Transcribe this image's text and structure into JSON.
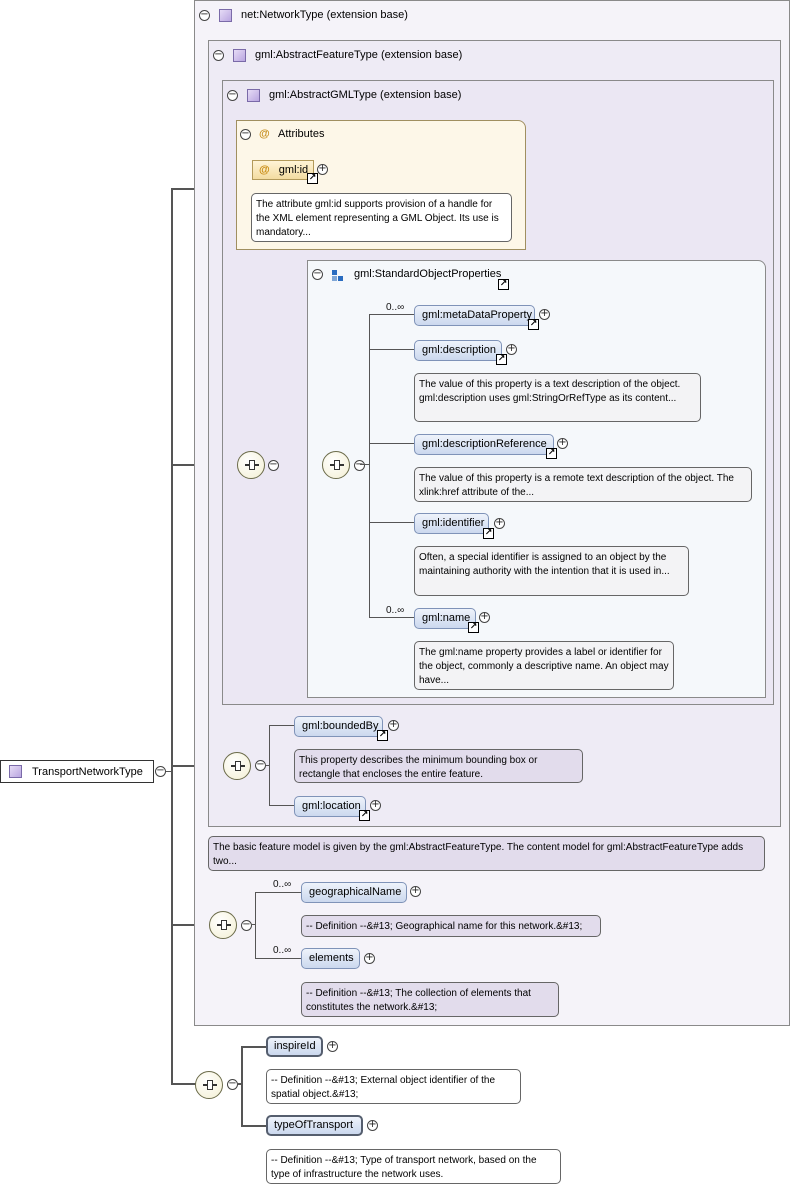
{
  "boxes": {
    "network_type": "net:NetworkType (extension base)",
    "abstract_feature_type": "gml:AbstractFeatureType (extension base)",
    "abstract_gml_type": "gml:AbstractGMLType (extension base)",
    "attributes": "Attributes",
    "standard_object_properties": "gml:StandardObjectProperties"
  },
  "root": {
    "label": "TransportNetworkType"
  },
  "attribute": {
    "label": "gml:id",
    "doc": "The attribute gml:id supports provision of a handle for the XML element representing a GML Object. Its use is mandatory..."
  },
  "standard_elements": [
    {
      "label": "gml:metaDataProperty",
      "cardinality": "0..∞",
      "doc": ""
    },
    {
      "label": "gml:description",
      "cardinality": "",
      "doc": "The value of this property is a text description of the object. gml:description uses gml:StringOrRefType as its content..."
    },
    {
      "label": "gml:descriptionReference",
      "cardinality": "",
      "doc": "The value of this property is a remote text description of the object. The xlink:href attribute of the..."
    },
    {
      "label": "gml:identifier",
      "cardinality": "",
      "doc": "Often, a special identifier is assigned to an object by the maintaining authority with the intention that it is used in..."
    },
    {
      "label": "gml:name",
      "cardinality": "0..∞",
      "doc": "The gml:name property provides a label or identifier for the object, commonly a descriptive name. An object may have..."
    }
  ],
  "feature_elements": [
    {
      "label": "gml:boundedBy",
      "doc": "This property describes the minimum bounding box or rectangle that encloses the entire feature."
    },
    {
      "label": "gml:location",
      "doc": ""
    }
  ],
  "feature_doc": "The basic feature model is given by the gml:AbstractFeatureType. The content model for gml:AbstractFeatureType adds two...",
  "network_elements": [
    {
      "label": "geographicalName",
      "cardinality": "0..∞",
      "doc": "-- Definition --&#13; Geographical name for this network.&#13;"
    },
    {
      "label": "elements",
      "cardinality": "0..∞",
      "doc": "-- Definition --&#13; The collection of elements that constitutes the network.&#13;"
    }
  ],
  "transport_elements": [
    {
      "label": "inspireId",
      "doc": "-- Definition --&#13; External object identifier of the spatial object.&#13;"
    },
    {
      "label": "typeOfTransport",
      "doc": "-- Definition --&#13; Type of transport network, based on the type of infrastructure the network uses."
    }
  ],
  "icons": {
    "collapse": "minus-circle-icon",
    "expand": "plus-circle-icon",
    "link": "arrow-link-icon",
    "type": "complex-type-icon",
    "attribute": "at-sign-icon",
    "group": "group-icon",
    "sequence": "sequence-compositor-icon"
  },
  "colors": {
    "type_icon": "#b9a5e0",
    "element_fill": "#cbd8ee",
    "network_box": "#f3f0f8",
    "attribute_box": "#fdf6e6",
    "properties_box": "#f5f8fb"
  }
}
